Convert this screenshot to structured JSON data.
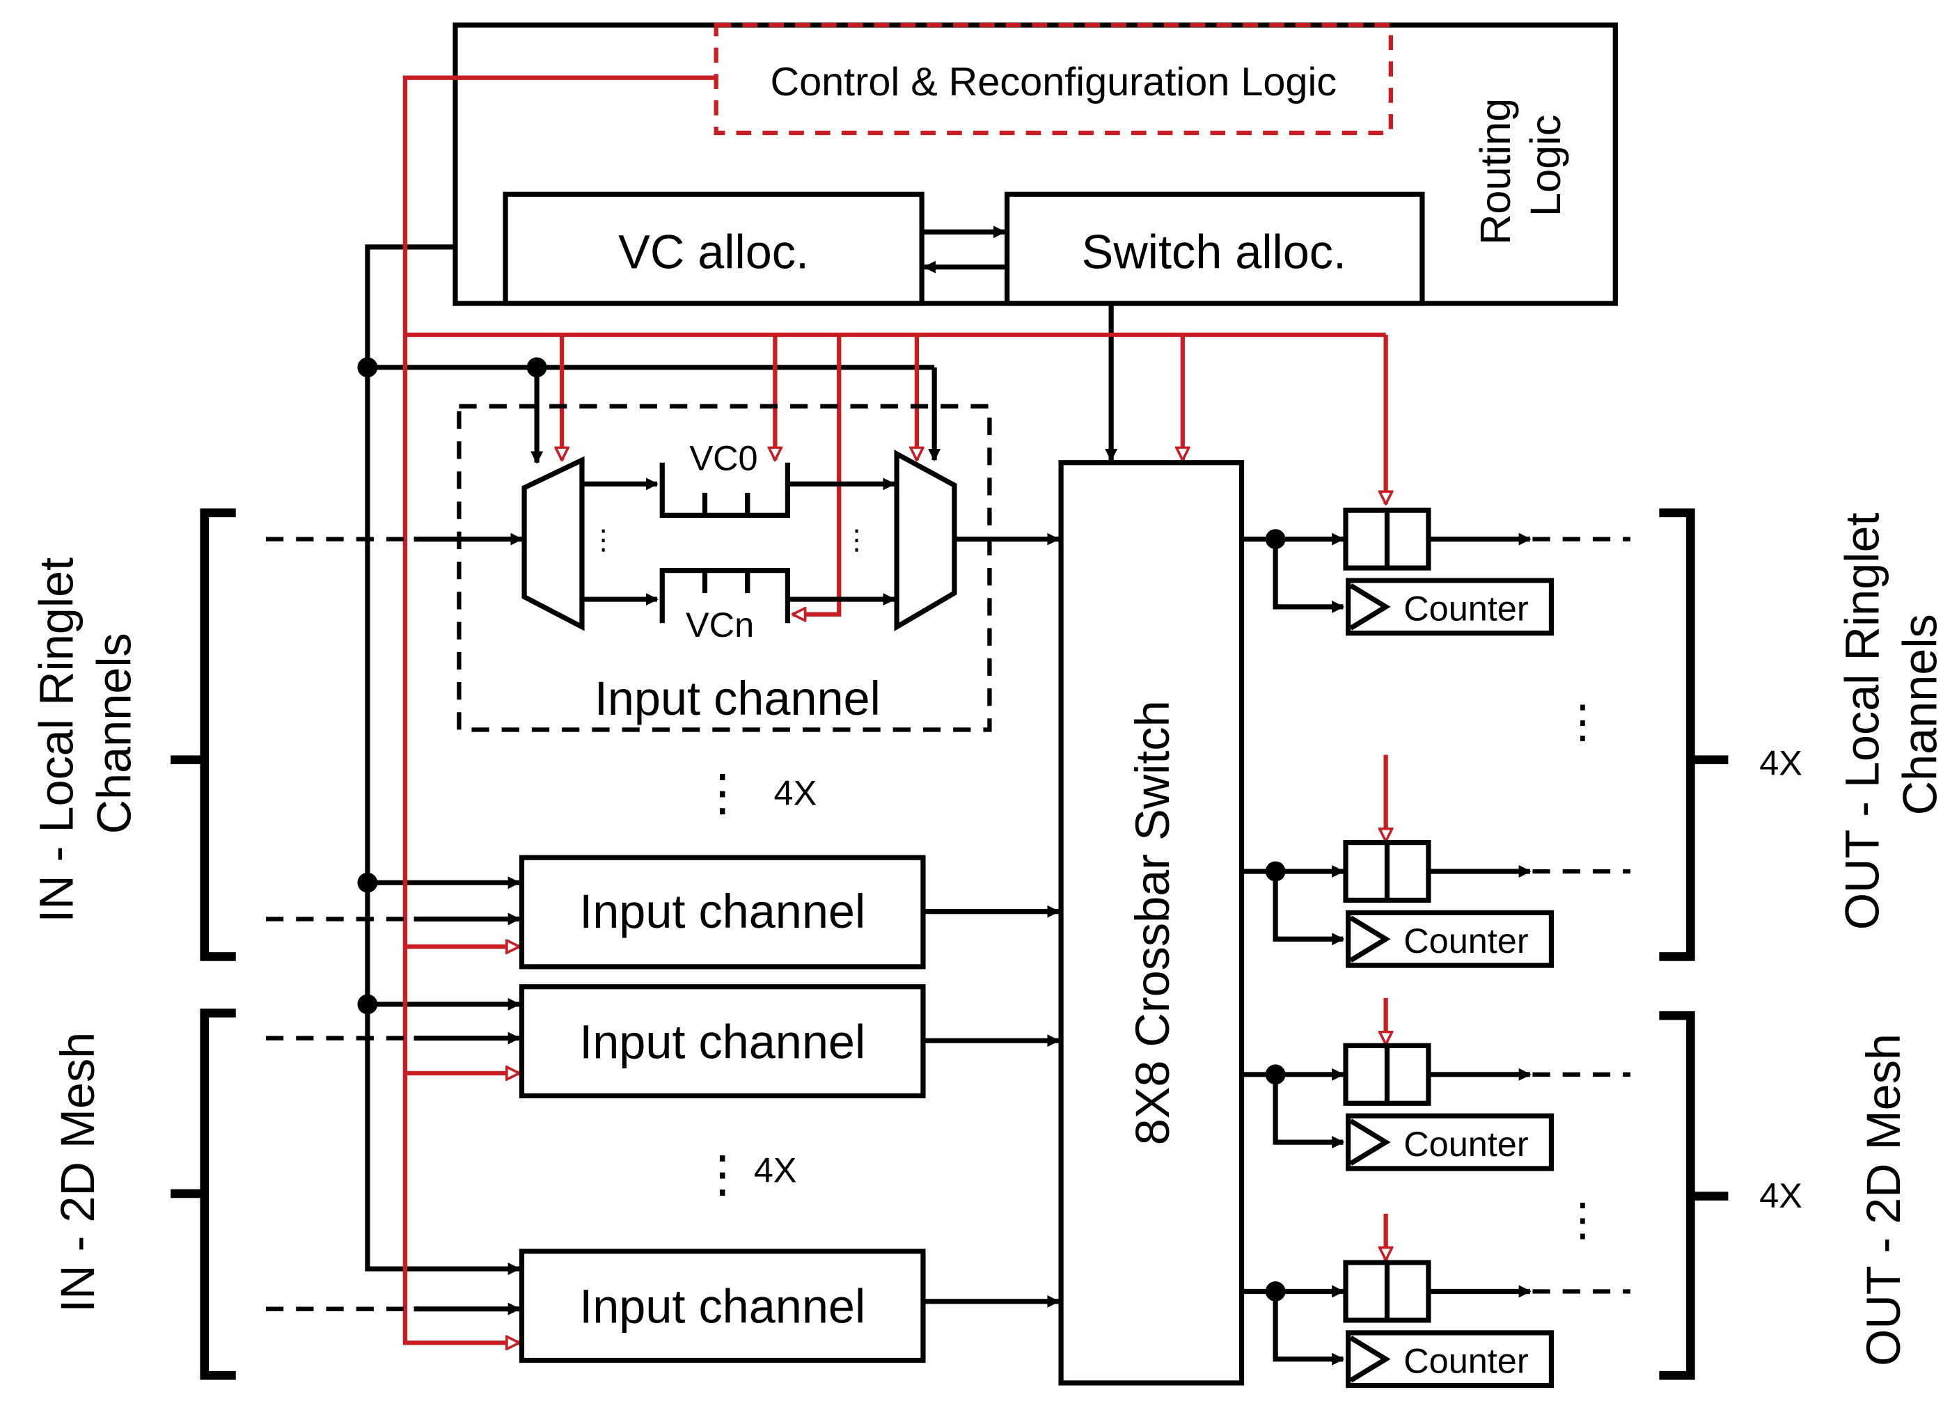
{
  "routing_logic": {
    "title": "Routing\nLogic",
    "control_label": "Control & Reconfiguration Logic",
    "vc_alloc_label": "VC alloc.",
    "switch_alloc_label": "Switch alloc."
  },
  "input_channel_detail": {
    "vc0_label": "VC0",
    "vcn_label": "VCn",
    "caption": "Input channel"
  },
  "input_channels": {
    "local_repeat": "4X",
    "mesh_repeat": "4X",
    "block_label": "Input channel"
  },
  "crossbar": {
    "label": "8X8 Crossbar Switch"
  },
  "outputs": {
    "counter_label": "Counter",
    "local_repeat": "4X",
    "mesh_repeat": "4X"
  },
  "side_labels": {
    "in_local": "IN - Local Ringlet\nChannels",
    "in_mesh": "IN - 2D Mesh",
    "out_local": "OUT - Local Ringlet\nChannels",
    "out_mesh": "OUT - 2D Mesh"
  },
  "colors": {
    "control_path": "#c81e23",
    "data_path": "#000000"
  }
}
